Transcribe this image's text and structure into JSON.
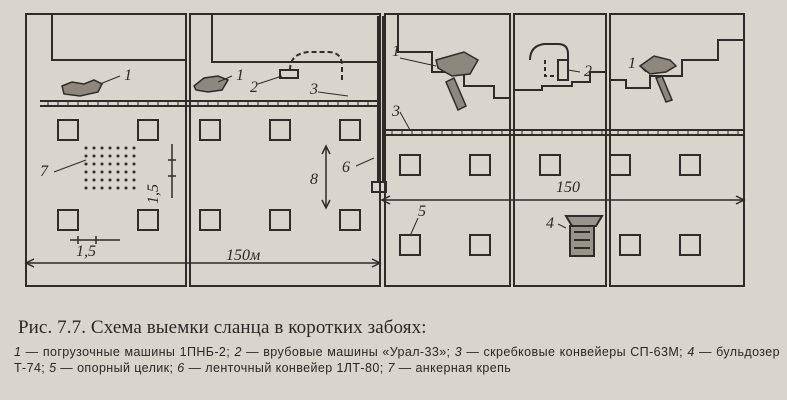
{
  "figure": {
    "label_1": "1",
    "label_1b": "1",
    "label_1c": "1",
    "label_1d": "1",
    "label_2": "2",
    "label_2b": "2",
    "label_3": "3",
    "label_3b": "3",
    "label_4": "4",
    "label_5": "5",
    "label_6": "6",
    "label_7": "7",
    "dim_8": "8",
    "dim_1_5_vertical": "1,5",
    "dim_1_5_horizontal": "1,5",
    "dim_150m": "150м",
    "dim_150": "150"
  },
  "caption": {
    "title": "Рис. 7.7. Схема выемки сланца в коротких забоях:",
    "legend": [
      {
        "num": "1",
        "text": " — погрузочные машины 1ПНБ-2; "
      },
      {
        "num": "2",
        "text": " — врубовые машины «Урал-33»; "
      },
      {
        "num": "3",
        "text": " — скребковые конвейеры СП-63М; "
      },
      {
        "num": "4",
        "text": " — бульдозер Т-74; "
      },
      {
        "num": "5",
        "text": " — опорный целик; "
      },
      {
        "num": "6",
        "text": " — ленточный конвейер 1ЛТ-80; "
      },
      {
        "num": "7",
        "text": " — анкерная крепь"
      }
    ]
  }
}
